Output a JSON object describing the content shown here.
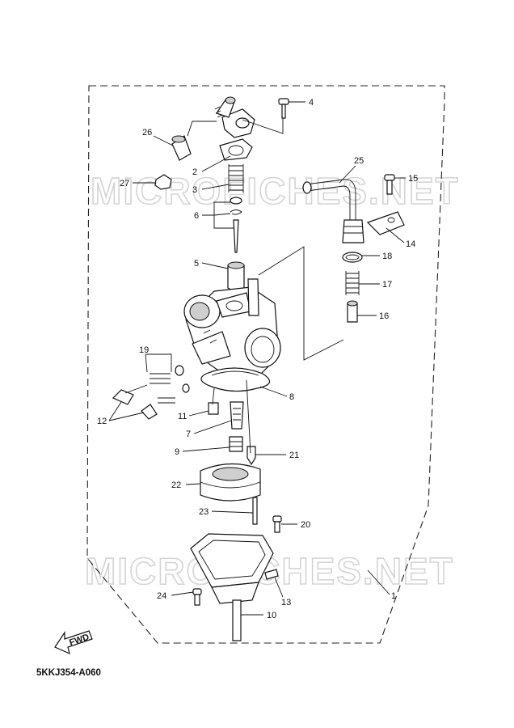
{
  "diagram": {
    "code": "5KKJ354-A060",
    "watermark": "MICROFICHES.NET",
    "fwd_label": "FWD",
    "callouts": [
      {
        "id": "c1",
        "label": "1"
      },
      {
        "id": "c2",
        "label": "2"
      },
      {
        "id": "c3",
        "label": "3"
      },
      {
        "id": "c4",
        "label": "4"
      },
      {
        "id": "c5",
        "label": "5"
      },
      {
        "id": "c6",
        "label": "6"
      },
      {
        "id": "c7",
        "label": "7"
      },
      {
        "id": "c8",
        "label": "8"
      },
      {
        "id": "c9",
        "label": "9"
      },
      {
        "id": "c10",
        "label": "10"
      },
      {
        "id": "c11",
        "label": "11"
      },
      {
        "id": "c12",
        "label": "12"
      },
      {
        "id": "c13",
        "label": "13"
      },
      {
        "id": "c14",
        "label": "14"
      },
      {
        "id": "c15",
        "label": "15"
      },
      {
        "id": "c16",
        "label": "16"
      },
      {
        "id": "c17",
        "label": "17"
      },
      {
        "id": "c18",
        "label": "18"
      },
      {
        "id": "c19",
        "label": "19"
      },
      {
        "id": "c20",
        "label": "20"
      },
      {
        "id": "c21",
        "label": "21"
      },
      {
        "id": "c22",
        "label": "22"
      },
      {
        "id": "c23",
        "label": "23"
      },
      {
        "id": "c24",
        "label": "24"
      },
      {
        "id": "c25",
        "label": "25"
      },
      {
        "id": "c26",
        "label": "26"
      },
      {
        "id": "c27",
        "label": "27"
      }
    ]
  }
}
